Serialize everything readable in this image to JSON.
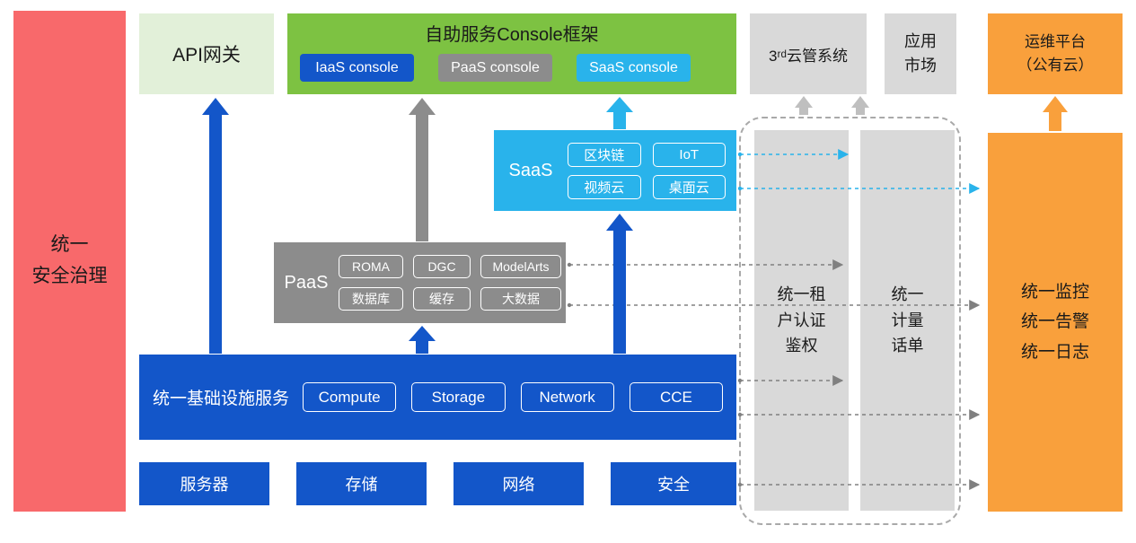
{
  "left_bar": {
    "label": "统一\n安全治理"
  },
  "api_gateway": {
    "label": "API网关"
  },
  "console": {
    "title": "自助服务Console框架",
    "iaas_btn": "IaaS console",
    "paas_btn": "PaaS console",
    "saas_btn": "SaaS console"
  },
  "third_cloud": {
    "label": "3ʳᵈ云管系统"
  },
  "app_market": {
    "label": "应用\n市场"
  },
  "ops_platform": {
    "label": "运维平台\n（公有云）"
  },
  "saas": {
    "label": "SaaS",
    "items": [
      "区块链",
      "IoT",
      "视频云",
      "桌面云"
    ]
  },
  "paas": {
    "label": "PaaS",
    "items": [
      "ROMA",
      "DGC",
      "ModelArts",
      "数据库",
      "缓存",
      "大数据"
    ]
  },
  "iaas": {
    "label": "统一基础设施服务",
    "items": [
      "Compute",
      "Storage",
      "Network",
      "CCE"
    ]
  },
  "resources": [
    "服务器",
    "存储",
    "网络",
    "安全"
  ],
  "auth_bar": {
    "label": "统一租\n户认证\n鉴权"
  },
  "billing_bar": {
    "label": "统一\n计量\n话单"
  },
  "monitor_bar": {
    "label": "统一监控\n统一告警\n统一日志"
  },
  "colors": {
    "red": "#F8696B",
    "light_green": "#E2F0D9",
    "green": "#7DC242",
    "blue": "#1356C9",
    "gray": "#8C8C8C",
    "light_gray": "#D9D9D9",
    "cyan": "#29B3EB",
    "orange": "#F9A03C",
    "dashed_line_gray": "#808080",
    "arrow_light_gray": "#BFBFBF"
  }
}
